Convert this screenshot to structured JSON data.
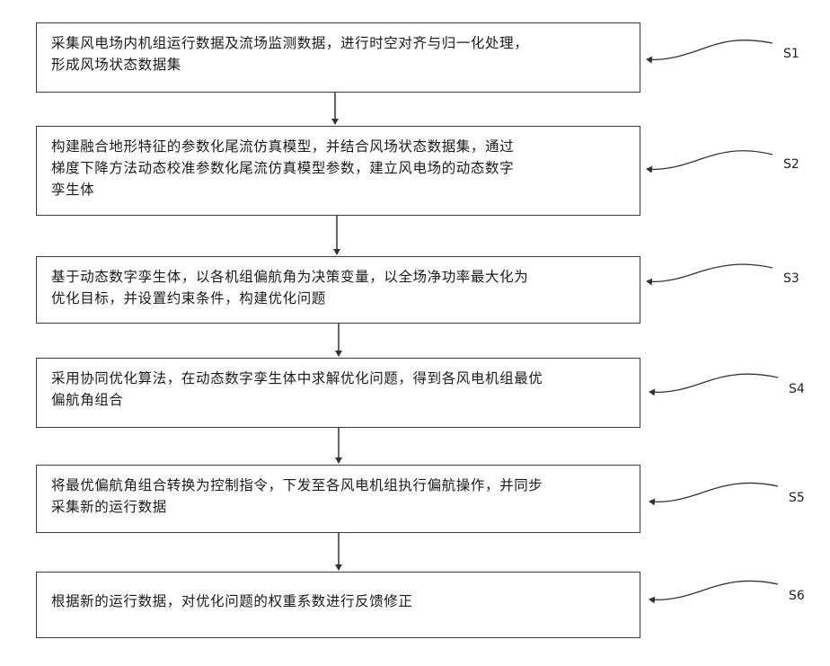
{
  "steps": [
    {
      "label": "S1",
      "text": "采集风电场内机组运行数据及流场监测数据，进行时空对齐与归一化处理，\n形成风场状态数据集"
    },
    {
      "label": "S2",
      "text": "构建融合地形特征的参数化尾流仿真模型，并结合风场状态数据集，通过\n梯度下降方法动态校准参数化尾流仿真模型参数，建立风电场的动态数字\n孪生体"
    },
    {
      "label": "S3",
      "text": "基于动态数字孪生体，以各机组偏航角为决策变量，以全场净功率最大化为\n优化目标，并设置约束条件，构建优化问题"
    },
    {
      "label": "S4",
      "text": "采用协同优化算法，在动态数字孪生体中求解优化问题，得到各风电机组最优\n偏航角组合"
    },
    {
      "label": "S5",
      "text": "将最优偏航角组合转换为控制指令，下发至各风电机组执行偏航操作，并同步\n采集新的运行数据"
    },
    {
      "label": "S6",
      "text": "根据新的运行数据，对优化问题的权重系数进行反馈修正"
    }
  ]
}
